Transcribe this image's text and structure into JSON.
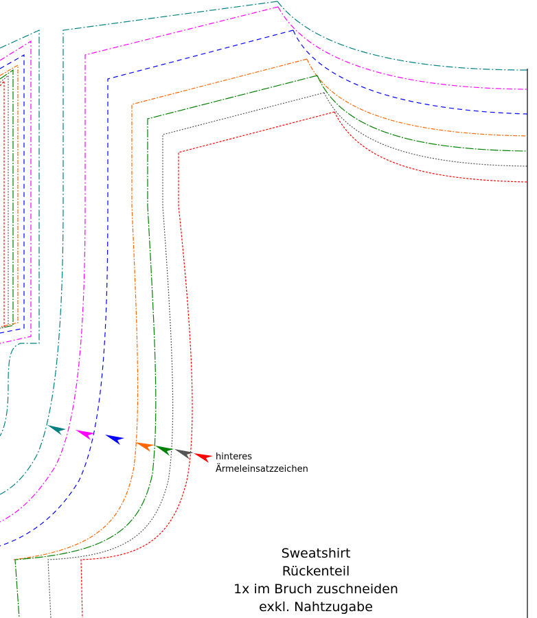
{
  "notch_label": {
    "line1": "hinteres",
    "line2": "Ärmeleinsatzzeichen"
  },
  "piece_info": {
    "line1": "Sweatshirt",
    "line2": "Rückenteil",
    "line3": "1x im Bruch zuschneiden",
    "line4": "exkl. Nahtzugabe"
  },
  "size_lines": [
    {
      "name": "teal",
      "color": "#008080",
      "dash": "10 3 2 3"
    },
    {
      "name": "magenta",
      "color": "#ff00ff",
      "dash": "8 3 2 3"
    },
    {
      "name": "blue",
      "color": "#0000ff",
      "dash": "7 5"
    },
    {
      "name": "orange",
      "color": "#ff6600",
      "dash": "6 2 2 2"
    },
    {
      "name": "green",
      "color": "#008000",
      "dash": "12 2 2 2"
    },
    {
      "name": "grey",
      "color": "#555555",
      "dash": "2 2"
    },
    {
      "name": "red",
      "color": "#ff0000",
      "dash": "3 2"
    }
  ]
}
